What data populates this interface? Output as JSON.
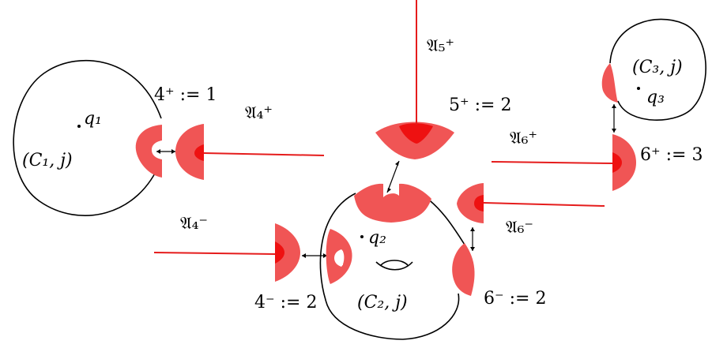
{
  "labels": {
    "C1": "(C₁, j)",
    "C2": "(C₂, j)",
    "C3": "(C₃, j)",
    "q1": "q₁",
    "q2": "q₂",
    "q3": "q₃",
    "p4plus": "4⁺ := 1",
    "p4minus": "4⁻ := 2",
    "p5plus": "5⁺ := 2",
    "p6plus": "6⁺ := 3",
    "p6minus": "6⁻ := 2",
    "A4plus": "𝔄₄⁺",
    "A4minus": "𝔄₄⁻",
    "A5plus": "𝔄₅⁺",
    "A6plus": "𝔄₆⁺",
    "A6minus": "𝔄₆⁻"
  },
  "colors": {
    "lobe": "#f05555",
    "core": "#ee1111",
    "ray": "#e51c1c",
    "outline": "#000000"
  }
}
